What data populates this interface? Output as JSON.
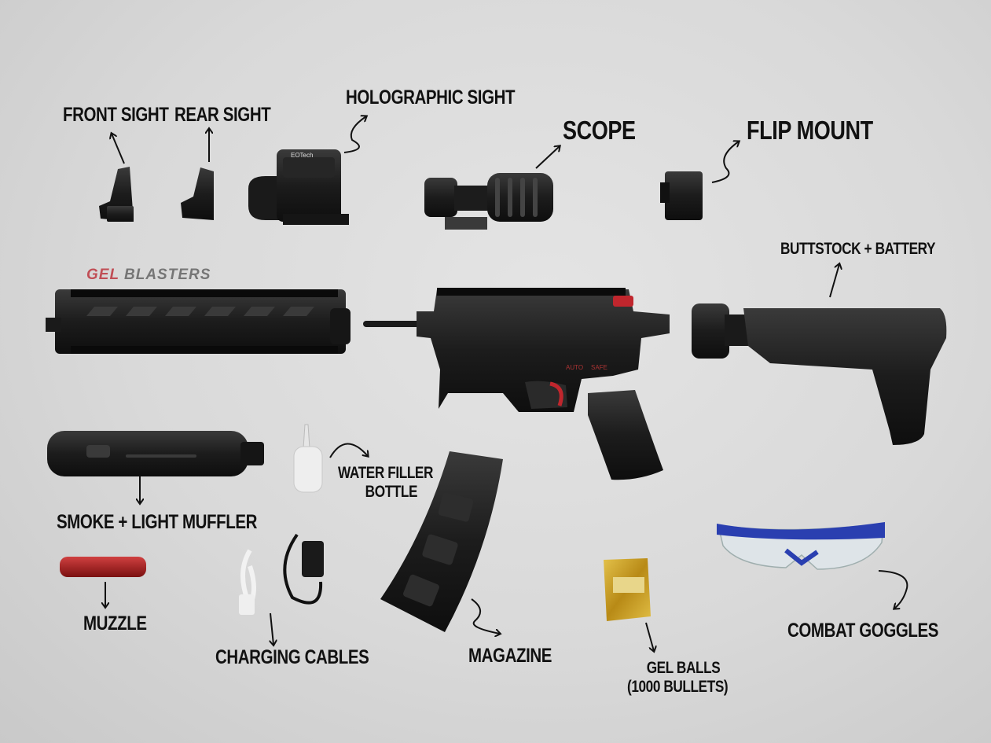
{
  "watermark": {
    "word1": "GEL",
    "word2": "BLASTERS"
  },
  "labels": {
    "front_sight": "FRONT SIGHT",
    "rear_sight": "REAR SIGHT",
    "holographic_sight": "HOLOGRAPHIC SIGHT",
    "scope": "SCOPE",
    "flip_mount": "FLIP MOUNT",
    "buttstock_battery": "BUTTSTOCK + BATTERY",
    "water_filler_line1": "WATER FILLER",
    "water_filler_line2": "BOTTLE",
    "smoke_light_muffler": "SMOKE + LIGHT MUFFLER",
    "muzzle": "MUZZLE",
    "charging_cables": "CHARGING CABLES",
    "magazine": "MAGAZINE",
    "gel_balls_line1": "GEL BALLS",
    "gel_balls_line2": "(1000 BULLETS)",
    "combat_goggles": "COMBAT GOGGLES"
  },
  "product_text": {
    "sight_brand": "EOTech",
    "selector_auto": "AUTO",
    "selector_safe": "SAFE"
  },
  "colors": {
    "background": "#d9d9d9",
    "parts": "#1b1b1b",
    "accent_red": "#c0262d",
    "goggle_blue": "#2a3fb0",
    "gel_pack_gold": "#c9a227"
  }
}
